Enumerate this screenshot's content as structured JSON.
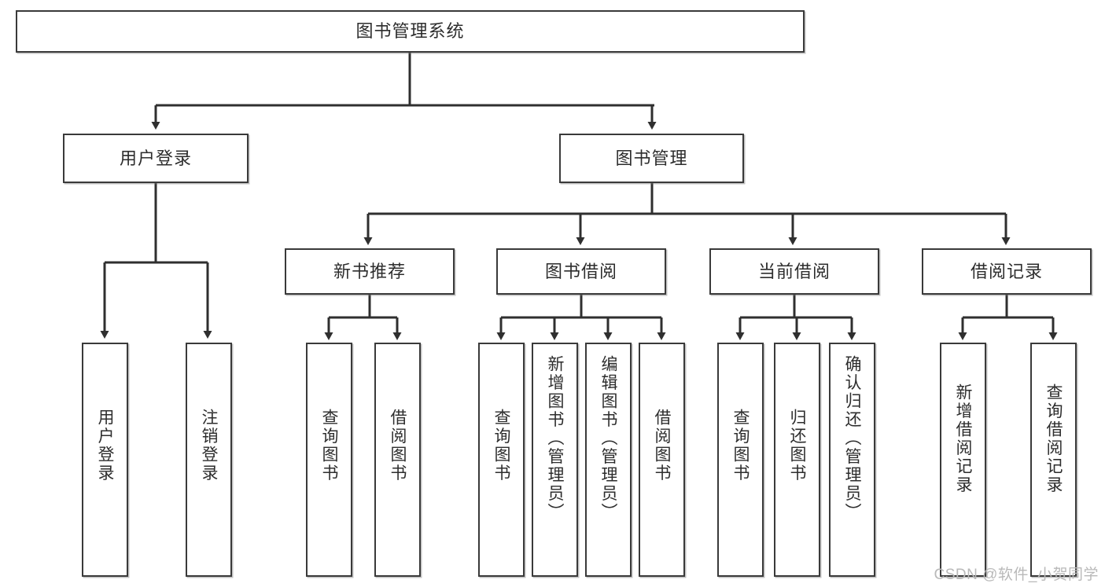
{
  "diagram": {
    "title": "图书管理系统",
    "type": "tree",
    "watermark": "CSDN @软件_小贺同学",
    "colors": {
      "border": "#3a3a3a",
      "background": "#ffffff",
      "text": "#2d2d2d",
      "watermark": "#b9b9b9"
    },
    "root": {
      "label": "图书管理系统"
    },
    "level2": [
      {
        "id": "user-login",
        "label": "用户登录"
      },
      {
        "id": "book-management",
        "label": "图书管理"
      }
    ],
    "level3": [
      {
        "id": "new-book-recommend",
        "label": "新书推荐"
      },
      {
        "id": "book-borrow",
        "label": "图书借阅"
      },
      {
        "id": "current-borrow",
        "label": "当前借阅"
      },
      {
        "id": "borrow-record",
        "label": "借阅记录"
      }
    ],
    "leaves": {
      "user_login": [
        {
          "id": "leaf-user-login",
          "label": "用户登录"
        },
        {
          "id": "leaf-logout-login",
          "label": "注销登录"
        }
      ],
      "new_book_recommend": [
        {
          "id": "leaf-query-book-1",
          "label": "查询图书"
        },
        {
          "id": "leaf-borrow-book-1",
          "label": "借阅图书"
        }
      ],
      "book_borrow": [
        {
          "id": "leaf-query-book-2",
          "label": "查询图书"
        },
        {
          "id": "leaf-add-book",
          "label": "新增图书（管理员）"
        },
        {
          "id": "leaf-edit-book",
          "label": "编辑图书（管理员）"
        },
        {
          "id": "leaf-borrow-book-2",
          "label": "借阅图书"
        }
      ],
      "current_borrow": [
        {
          "id": "leaf-query-book-3",
          "label": "查询图书"
        },
        {
          "id": "leaf-return-book",
          "label": "归还图书"
        },
        {
          "id": "leaf-confirm-return",
          "label": "确认归还（管理员）"
        }
      ],
      "borrow_record": [
        {
          "id": "leaf-add-record",
          "label": "新增借阅记录"
        },
        {
          "id": "leaf-query-record",
          "label": "查询借阅记录"
        }
      ]
    }
  }
}
